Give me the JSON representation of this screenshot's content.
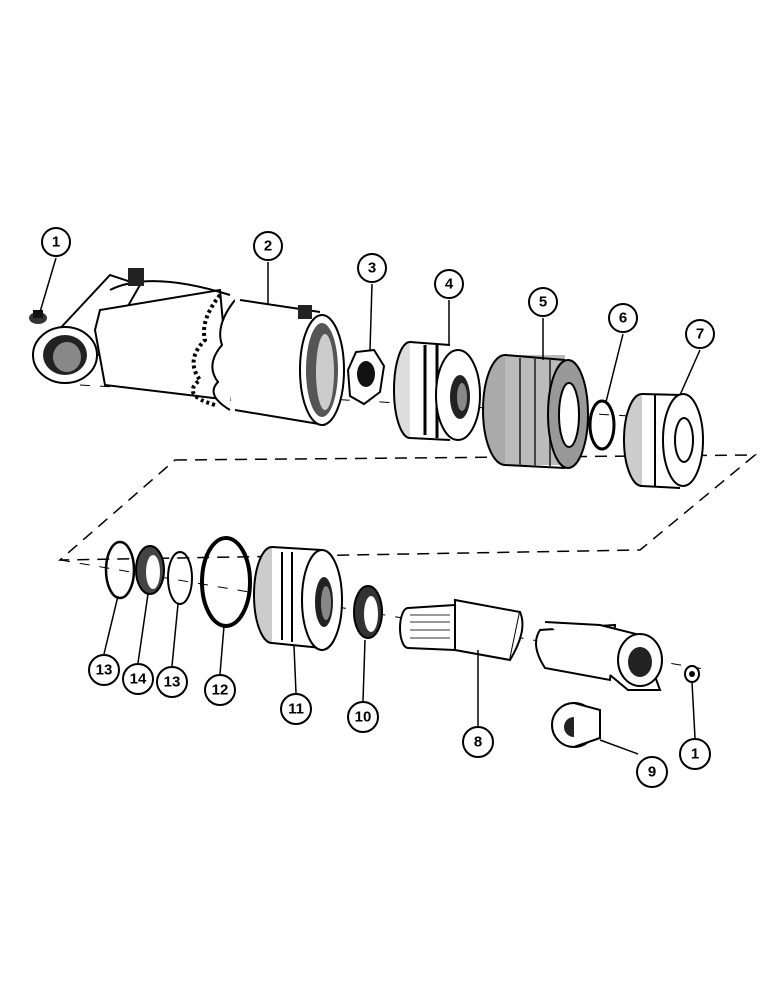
{
  "callouts": {
    "c1_top": "1",
    "c2": "2",
    "c3": "3",
    "c4": "4",
    "c5": "5",
    "c6": "6",
    "c7": "7",
    "c8": "8",
    "c9": "9",
    "c10": "10",
    "c11": "11",
    "c12": "12",
    "c13_left": "13",
    "c14": "14",
    "c13_right": "13",
    "c1_bottom": "1"
  }
}
